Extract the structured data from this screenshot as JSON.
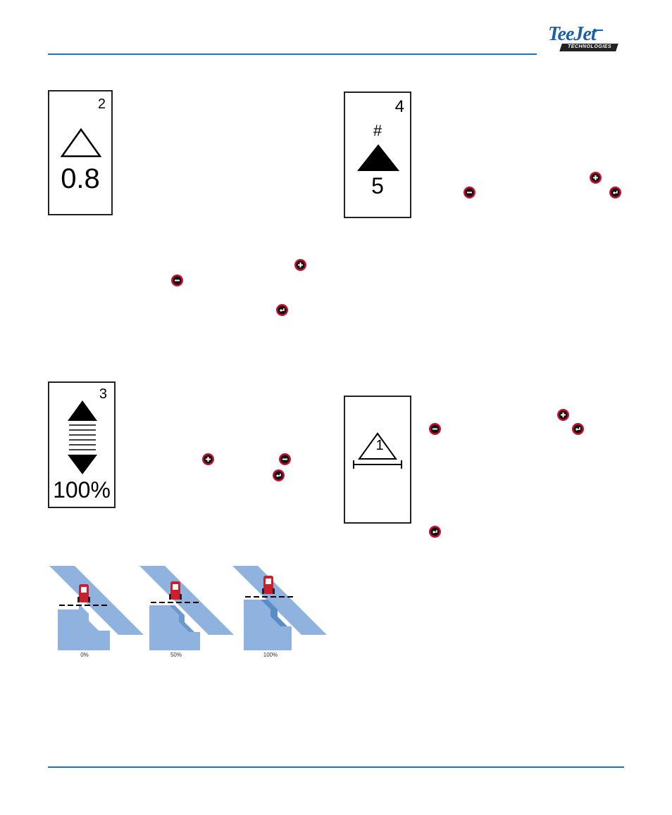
{
  "panels": {
    "p2": {
      "number": "2",
      "value": "0.8",
      "icon": "outline-triangle-icon"
    },
    "p3": {
      "number": "3",
      "value": "100%",
      "icon": "overlap-scale-icon"
    },
    "p4": {
      "number": "4",
      "hash": "#",
      "value": "5",
      "icon": "filled-triangle-icon"
    },
    "p5": {
      "label": "1",
      "icon": "triangle-width-icon"
    }
  },
  "buttons": {
    "plus_icon": "plus-button-icon",
    "minus_icon": "minus-button-icon",
    "enter_icon": "enter-button-icon",
    "color": "#c8102e"
  },
  "illustration": {
    "captions": [
      "0%",
      "50%",
      "100%"
    ],
    "swath_color": "#7aa6d8",
    "tractor_color": "#cc1f2d"
  },
  "colors": {
    "rule": "#1b75bb",
    "logo": "#1b5fa8"
  },
  "logo": {
    "word": "TeeJet",
    "sub": "TECHNOLOGIES"
  }
}
